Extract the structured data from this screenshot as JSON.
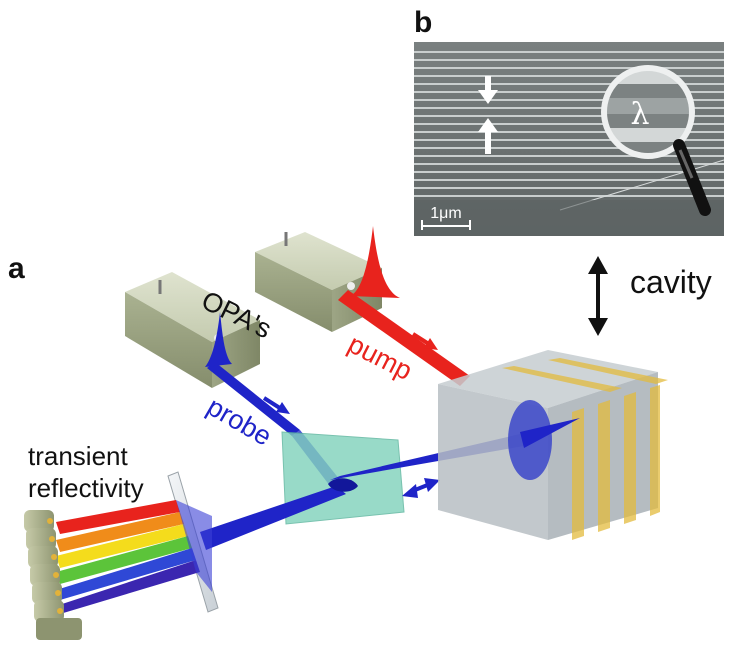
{
  "panels": {
    "a": "a",
    "b": "b"
  },
  "labels": {
    "opa": "OPA's",
    "pump": "pump",
    "probe": "probe",
    "cavity": "cavity",
    "transient_line1": "transient",
    "transient_line2": "reflectivity"
  },
  "sem": {
    "scale_bar": "1μm",
    "magnifier_symbol": "λ"
  },
  "colors": {
    "pump": "#e8231d",
    "probe": "#1f24c8",
    "opa_box": "#b9c1a0",
    "beamsplitter": "#7fd1bb",
    "cavity_stripes": "#e3bb3e",
    "sem_background": "#6c7272"
  }
}
